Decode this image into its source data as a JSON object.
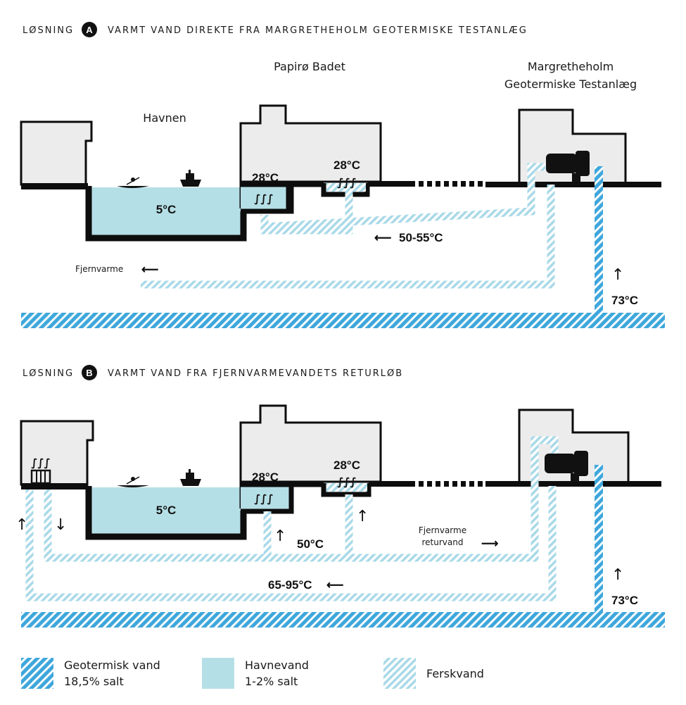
{
  "colors": {
    "geothermal": "#3ea7dc",
    "harbour": "#b5dfe6",
    "fresh": "#bfe3ee",
    "building": "#ececec",
    "outline": "#0d0d0d"
  },
  "section_a": {
    "prefix": "LØSNING",
    "badge": "A",
    "title": "VARMT VAND DIREKTE FRA MARGRETHEHOLM GEOTERMISKE TESTANLÆG",
    "label_havnen": "Havnen",
    "label_papiroe": "Papirø Badet",
    "label_plant_line1": "Margretheholm",
    "label_plant_line2": "Geotermiske Testanlæg",
    "temp_harbour": "5°C",
    "temp_pool1": "28°C",
    "temp_pool2": "28°C",
    "temp_pipe": "50-55°C",
    "temp_geo": "73°C",
    "fjernvarme": "Fjernvarme",
    "arrow_left": "⟵",
    "arrow_up": "↑"
  },
  "section_b": {
    "prefix": "LØSNING",
    "badge": "B",
    "title": "VARMT VAND FRA FJERNVARMEVANDETS RETURLØB",
    "temp_harbour": "5°C",
    "temp_pool1": "28°C",
    "temp_pool2": "28°C",
    "temp_mid": "50°C",
    "temp_return": "65-95°C",
    "temp_geo": "73°C",
    "returvand_line1": "Fjernvarme",
    "returvand_line2": "returvand",
    "arrow_left": "⟵",
    "arrow_right": "⟶",
    "arrow_up": "↑",
    "arrow_down": "↓"
  },
  "legend": {
    "geo_line1": "Geotermisk vand",
    "geo_line2": "18,5% salt",
    "harbour_line1": "Havnevand",
    "harbour_line2": "1-2% salt",
    "fresh": "Ferskvand"
  },
  "steam_glyph": "∫∫∫"
}
